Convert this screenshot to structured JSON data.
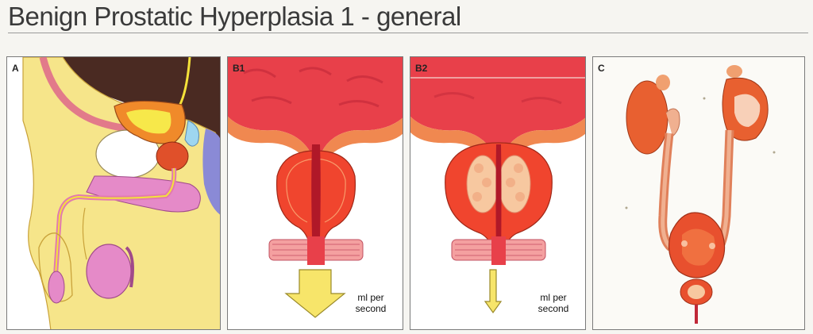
{
  "title": "Benign Prostatic Hyperplasia 1 - general",
  "panels": [
    {
      "label": "A"
    },
    {
      "label": "B1",
      "flow_line1": "ml per",
      "flow_line2": "second"
    },
    {
      "label": "B2",
      "flow_line1": "ml per",
      "flow_line2": "second"
    },
    {
      "label": "C"
    }
  ],
  "colors": {
    "background": "#f6f5f1",
    "tissue_red": "#e8402e",
    "skin_yellow": "#f6e58a",
    "arrow_yellow": "#f7e56a",
    "pink_organ": "#e58ac8"
  }
}
